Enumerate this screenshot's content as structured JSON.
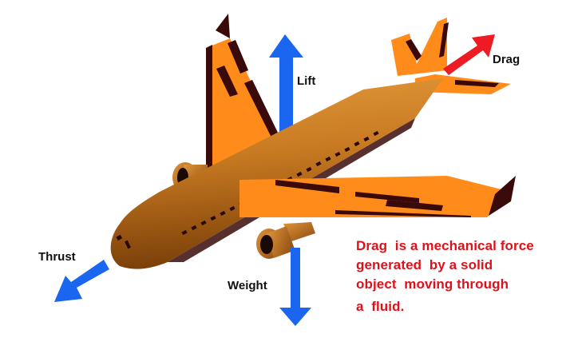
{
  "diagram": {
    "subject": "Airplane forces",
    "forces": [
      {
        "name": "Lift",
        "direction": "up",
        "color": "#1a66f0"
      },
      {
        "name": "Weight",
        "direction": "down",
        "color": "#1a66f0"
      },
      {
        "name": "Thrust",
        "direction": "forward",
        "color": "#1a66f0"
      },
      {
        "name": "Drag",
        "direction": "backward",
        "color": "#ee1b24"
      }
    ],
    "labels": {
      "lift": "Lift",
      "weight": "Weight",
      "thrust": "Thrust",
      "drag": "Drag"
    },
    "description": {
      "lines": [
        "Drag  is a mechanical force",
        "generated  by a solid",
        "object  moving through",
        "a  fluid."
      ],
      "color": "#e0101a"
    },
    "colors": {
      "airplane_body": "#c7731a",
      "wing": "#ff8c1a",
      "wing_stripe": "#3a0a0a",
      "force_arrow": "#1a66f0",
      "drag_arrow": "#ee1b24",
      "background": "#ffffff"
    }
  }
}
